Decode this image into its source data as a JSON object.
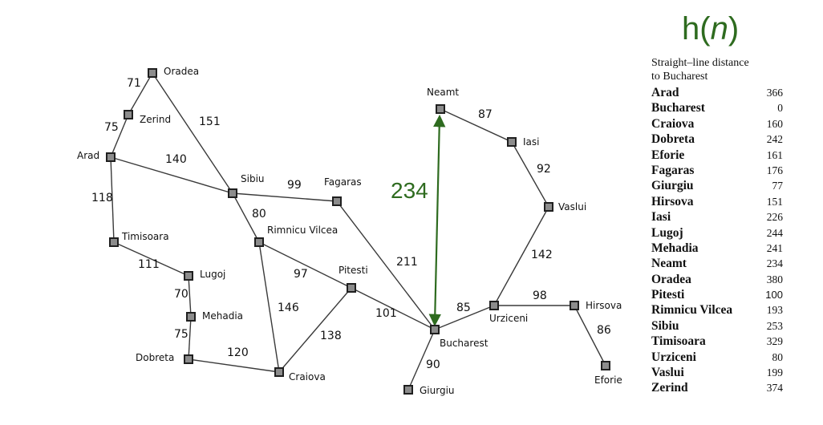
{
  "heuristic_title": {
    "prefix": "h(",
    "var": "n",
    "suffix": ")"
  },
  "table": {
    "title_line1": "Straight–line distance",
    "title_line2": "to Bucharest",
    "rows": [
      {
        "city": "Arad",
        "dist": "366"
      },
      {
        "city": "Bucharest",
        "dist": "0"
      },
      {
        "city": "Craiova",
        "dist": "160"
      },
      {
        "city": "Dobreta",
        "dist": "242"
      },
      {
        "city": "Eforie",
        "dist": "161"
      },
      {
        "city": "Fagaras",
        "dist": "176"
      },
      {
        "city": "Giurgiu",
        "dist": "77"
      },
      {
        "city": "Hirsova",
        "dist": "151"
      },
      {
        "city": "Iasi",
        "dist": "226"
      },
      {
        "city": "Lugoj",
        "dist": "244"
      },
      {
        "city": "Mehadia",
        "dist": "241"
      },
      {
        "city": "Neamt",
        "dist": "234",
        "highlight": true
      },
      {
        "city": "Oradea",
        "dist": "380"
      },
      {
        "city": "Pitesti",
        "dist": "100",
        "edited": true
      },
      {
        "city": "Rimnicu Vilcea",
        "dist": "193"
      },
      {
        "city": "Sibiu",
        "dist": "253"
      },
      {
        "city": "Timisoara",
        "dist": "329"
      },
      {
        "city": "Urziceni",
        "dist": "80"
      },
      {
        "city": "Vaslui",
        "dist": "199"
      },
      {
        "city": "Zerind",
        "dist": "374"
      }
    ]
  },
  "highlight": {
    "label": "234",
    "color": "#2e6b1f"
  },
  "map": {
    "cities": [
      {
        "id": "oradea",
        "name": "Oradea"
      },
      {
        "id": "zerind",
        "name": "Zerind"
      },
      {
        "id": "arad",
        "name": "Arad"
      },
      {
        "id": "timisoara",
        "name": "Timisoara"
      },
      {
        "id": "lugoj",
        "name": "Lugoj"
      },
      {
        "id": "mehadia",
        "name": "Mehadia"
      },
      {
        "id": "dobreta",
        "name": "Dobreta"
      },
      {
        "id": "craiova",
        "name": "Craiova"
      },
      {
        "id": "sibiu",
        "name": "Sibiu"
      },
      {
        "id": "rimnicu",
        "name": "Rimnicu Vilcea"
      },
      {
        "id": "fagaras",
        "name": "Fagaras"
      },
      {
        "id": "pitesti",
        "name": "Pitesti"
      },
      {
        "id": "bucharest",
        "name": "Bucharest"
      },
      {
        "id": "giurgiu",
        "name": "Giurgiu"
      },
      {
        "id": "urziceni",
        "name": "Urziceni"
      },
      {
        "id": "hirsova",
        "name": "Hirsova"
      },
      {
        "id": "eforie",
        "name": "Eforie"
      },
      {
        "id": "vaslui",
        "name": "Vaslui"
      },
      {
        "id": "iasi",
        "name": "Iasi"
      },
      {
        "id": "neamt",
        "name": "Neamt"
      }
    ],
    "roads": [
      {
        "from": "oradea",
        "to": "zerind",
        "dist": "71"
      },
      {
        "from": "zerind",
        "to": "arad",
        "dist": "75"
      },
      {
        "from": "oradea",
        "to": "sibiu",
        "dist": "151"
      },
      {
        "from": "arad",
        "to": "sibiu",
        "dist": "140"
      },
      {
        "from": "arad",
        "to": "timisoara",
        "dist": "118"
      },
      {
        "from": "timisoara",
        "to": "lugoj",
        "dist": "111"
      },
      {
        "from": "lugoj",
        "to": "mehadia",
        "dist": "70"
      },
      {
        "from": "mehadia",
        "to": "dobreta",
        "dist": "75"
      },
      {
        "from": "dobreta",
        "to": "craiova",
        "dist": "120"
      },
      {
        "from": "sibiu",
        "to": "fagaras",
        "dist": "99"
      },
      {
        "from": "sibiu",
        "to": "rimnicu",
        "dist": "80"
      },
      {
        "from": "rimnicu",
        "to": "pitesti",
        "dist": "97"
      },
      {
        "from": "rimnicu",
        "to": "craiova",
        "dist": "146"
      },
      {
        "from": "craiova",
        "to": "pitesti",
        "dist": "138"
      },
      {
        "from": "fagaras",
        "to": "bucharest",
        "dist": "211"
      },
      {
        "from": "pitesti",
        "to": "bucharest",
        "dist": "101"
      },
      {
        "from": "bucharest",
        "to": "giurgiu",
        "dist": "90"
      },
      {
        "from": "bucharest",
        "to": "urziceni",
        "dist": "85"
      },
      {
        "from": "urziceni",
        "to": "hirsova",
        "dist": "98"
      },
      {
        "from": "hirsova",
        "to": "eforie",
        "dist": "86"
      },
      {
        "from": "urziceni",
        "to": "vaslui",
        "dist": "142"
      },
      {
        "from": "vaslui",
        "to": "iasi",
        "dist": "92"
      },
      {
        "from": "iasi",
        "to": "neamt",
        "dist": "87"
      }
    ]
  }
}
